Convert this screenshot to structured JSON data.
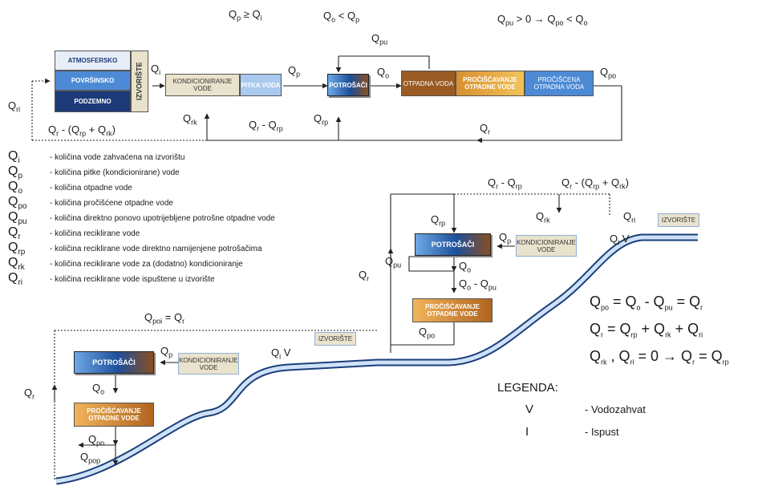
{
  "source_labels": [
    "ATMOSFERSKO",
    "POVRŠINSKO",
    "PODZEMNO"
  ],
  "izvoriste_vertical": "IZVORIŠTE",
  "top_boxes": {
    "kondicioniranje": "KONDICIONIRANJE VODE",
    "pitka": "PITKA VODA",
    "potrosaci": "POTROŠAČI",
    "otpadna": "OTPADNA VODA",
    "prociscavanje": "PROČIŠĆAVANJE OTPADNE VODE",
    "prociscena": "PROČIŠĆENA OTPADNA VODA"
  },
  "top_equations": {
    "qp_ge_qi": {
      "q1": "Q",
      "s1": "p",
      "op": " ≥ ",
      "q2": "Q",
      "s2": "i"
    },
    "qo_lt_qp": {
      "q1": "Q",
      "s1": "o",
      "op": " < ",
      "q2": "Q",
      "s2": "p"
    },
    "qpu_rule": "Q<sub>pu</sub> &gt; 0 → Q<sub>po</sub> &lt; Q<sub>o</sub>"
  },
  "definitions": [
    {
      "sym": "Q",
      "sub": "i",
      "text": "- količina vode zahvaćena na izvorištu"
    },
    {
      "sym": "Q",
      "sub": "p",
      "text": "- količina pitke (kondicionirane) vode"
    },
    {
      "sym": "Q",
      "sub": "o",
      "text": "- količina otpadne vode"
    },
    {
      "sym": "Q",
      "sub": "po",
      "text": "- količina pročišćene otpadne vode"
    },
    {
      "sym": "Q",
      "sub": "pu",
      "text": "- količina direktno ponovo upotrijebljene potrošne otpadne vode"
    },
    {
      "sym": "Q",
      "sub": "r",
      "text": "- količina reciklirane vode"
    },
    {
      "sym": "Q",
      "sub": "rp",
      "text": "- količina reciklirane vode direktno namijenjene potrošačima"
    },
    {
      "sym": "Q",
      "sub": "rk",
      "text": "- količina reciklirane vode za (dodatno) kondicioniranje"
    },
    {
      "sym": "Q",
      "sub": "ri",
      "text": "- količina reciklirane vode ispuštene u izvorište"
    }
  ],
  "lower_boxes": {
    "potrosaci": "POTROŠAČI",
    "kondicioniranje": "KONDICIONIRANJE VODE",
    "prociscavanje": "PROČIŠĆAVANJE OTPADNE VODE",
    "izvoriste": "IZVORIŠTE"
  },
  "equations": [
    "Q<sub>po</sub> = Q<sub>o</sub> - Q<sub>pu</sub> = Q<sub>r</sub>",
    "Q<sub>r</sub> = Q<sub>rp</sub> + Q<sub>rk</sub> + Q<sub>ri</sub>",
    "Q<sub>rk</sub> , Q<sub>ri</sub> = 0 → Q<sub>r</sub> = Q<sub>rp</sub>"
  ],
  "legend": {
    "title": "LEGENDA:",
    "items": [
      {
        "symbol": "V",
        "label": "- Vodozahvat"
      },
      {
        "symbol": "I",
        "label": "- Ispust"
      }
    ]
  },
  "colors": {
    "beige": "#e9e2cc",
    "blue": "#2d6db6",
    "light_blue": "#9cc3ee",
    "brown": "#b0641f",
    "orange": "#f1b45a",
    "navy": "#1c3a78",
    "river": "#5b8fd6"
  }
}
